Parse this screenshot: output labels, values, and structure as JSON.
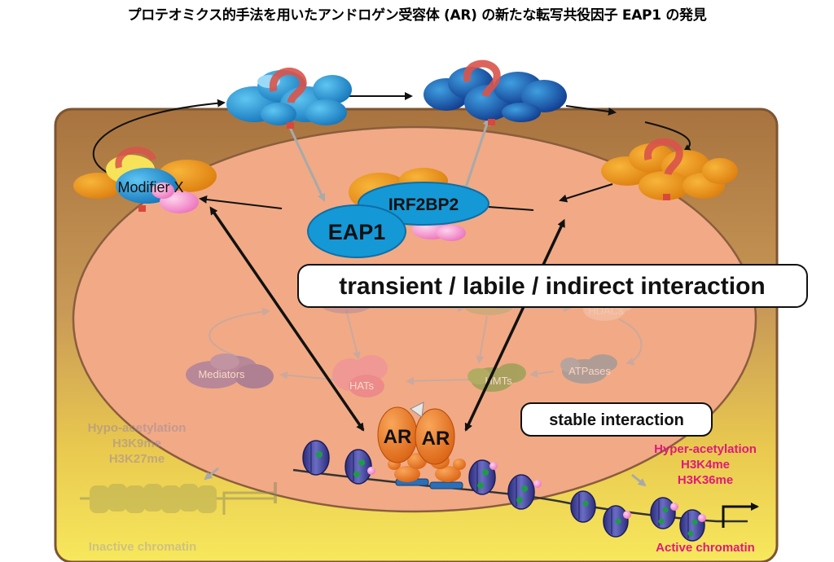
{
  "title": "プロテオミクス的手法を用いたアンドロゲン受容体 (AR) の新たな転写共役因子 EAP1 の発見",
  "labels": {
    "modifier": "Modifier X",
    "eap1": "EAP1",
    "irf2bp2": "IRF2BP2",
    "transient": "transient / labile / indirect interaction",
    "stable": "stable interaction",
    "ar_left": "AR",
    "ar_right": "AR",
    "question": "?",
    "mediators": "Mediators",
    "hats": "HATs",
    "hmts": "HMTs",
    "atpases": "ATPases",
    "hdacs": "HDACs",
    "hypo_1": "Hypo-acetylation",
    "hypo_2": "H3K9me",
    "hypo_3": "H3K27me",
    "inactive": "Inactive chromatin",
    "hyper_1": "Hyper-acetylation",
    "hyper_2": "H3K4me",
    "hyper_3": "H3K36me",
    "active": "Active chromatin"
  },
  "colors": {
    "cell_top": "#b07a45",
    "cell_bottom": "#f3e15a",
    "nucleus": "#f1aa85",
    "blue_protein": "#1e9ad6",
    "orange_protein": "#e8890f",
    "question_mark": "#e0483a",
    "ar": "#e9731e",
    "nucleosome": "#3b3c98",
    "active_text": "#e0197a"
  }
}
